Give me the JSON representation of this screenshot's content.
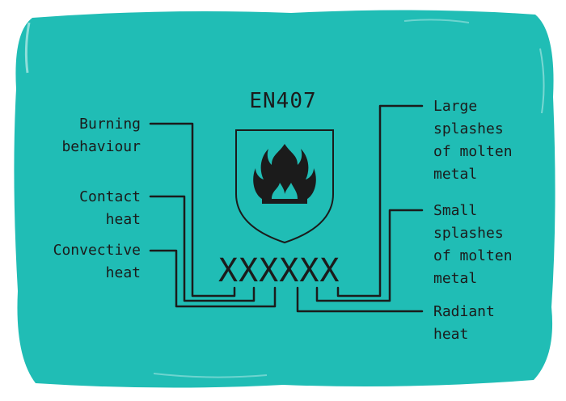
{
  "standard": "EN407",
  "code": "XXXXXX",
  "labels": {
    "burning": "Burning\nbehaviour",
    "contact": "Contact\nheat",
    "convective": "Convective\nheat",
    "large_splashes": "Large\nsplashes\nof molten\nmetal",
    "small_splashes": "Small\nsplashes\nof molten\nmetal",
    "radiant": "Radiant\nheat"
  },
  "colors": {
    "background": "#20bdb5",
    "ink": "#1b1b1b"
  },
  "icon": "flame-shield-icon"
}
